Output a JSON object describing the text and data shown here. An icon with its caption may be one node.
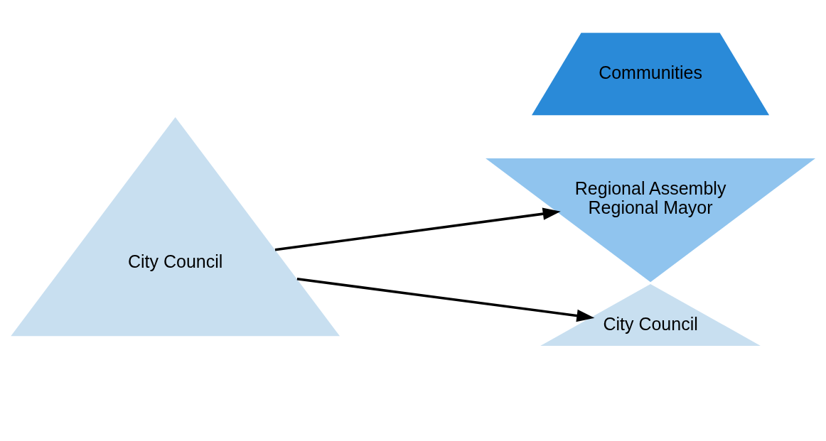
{
  "diagram": {
    "nodes": [
      {
        "text": [
          "City Council"
        ]
      },
      {
        "text": [
          "Regional Assembly",
          "Regional Mayor"
        ]
      },
      {
        "text": [
          "City Council"
        ]
      },
      {
        "text": [
          "Communities"
        ]
      }
    ],
    "edges": [
      {
        "from": 0,
        "to": 1,
        "arrow": "to"
      },
      {
        "from": 0,
        "to": 2,
        "arrow": "to"
      }
    ]
  }
}
